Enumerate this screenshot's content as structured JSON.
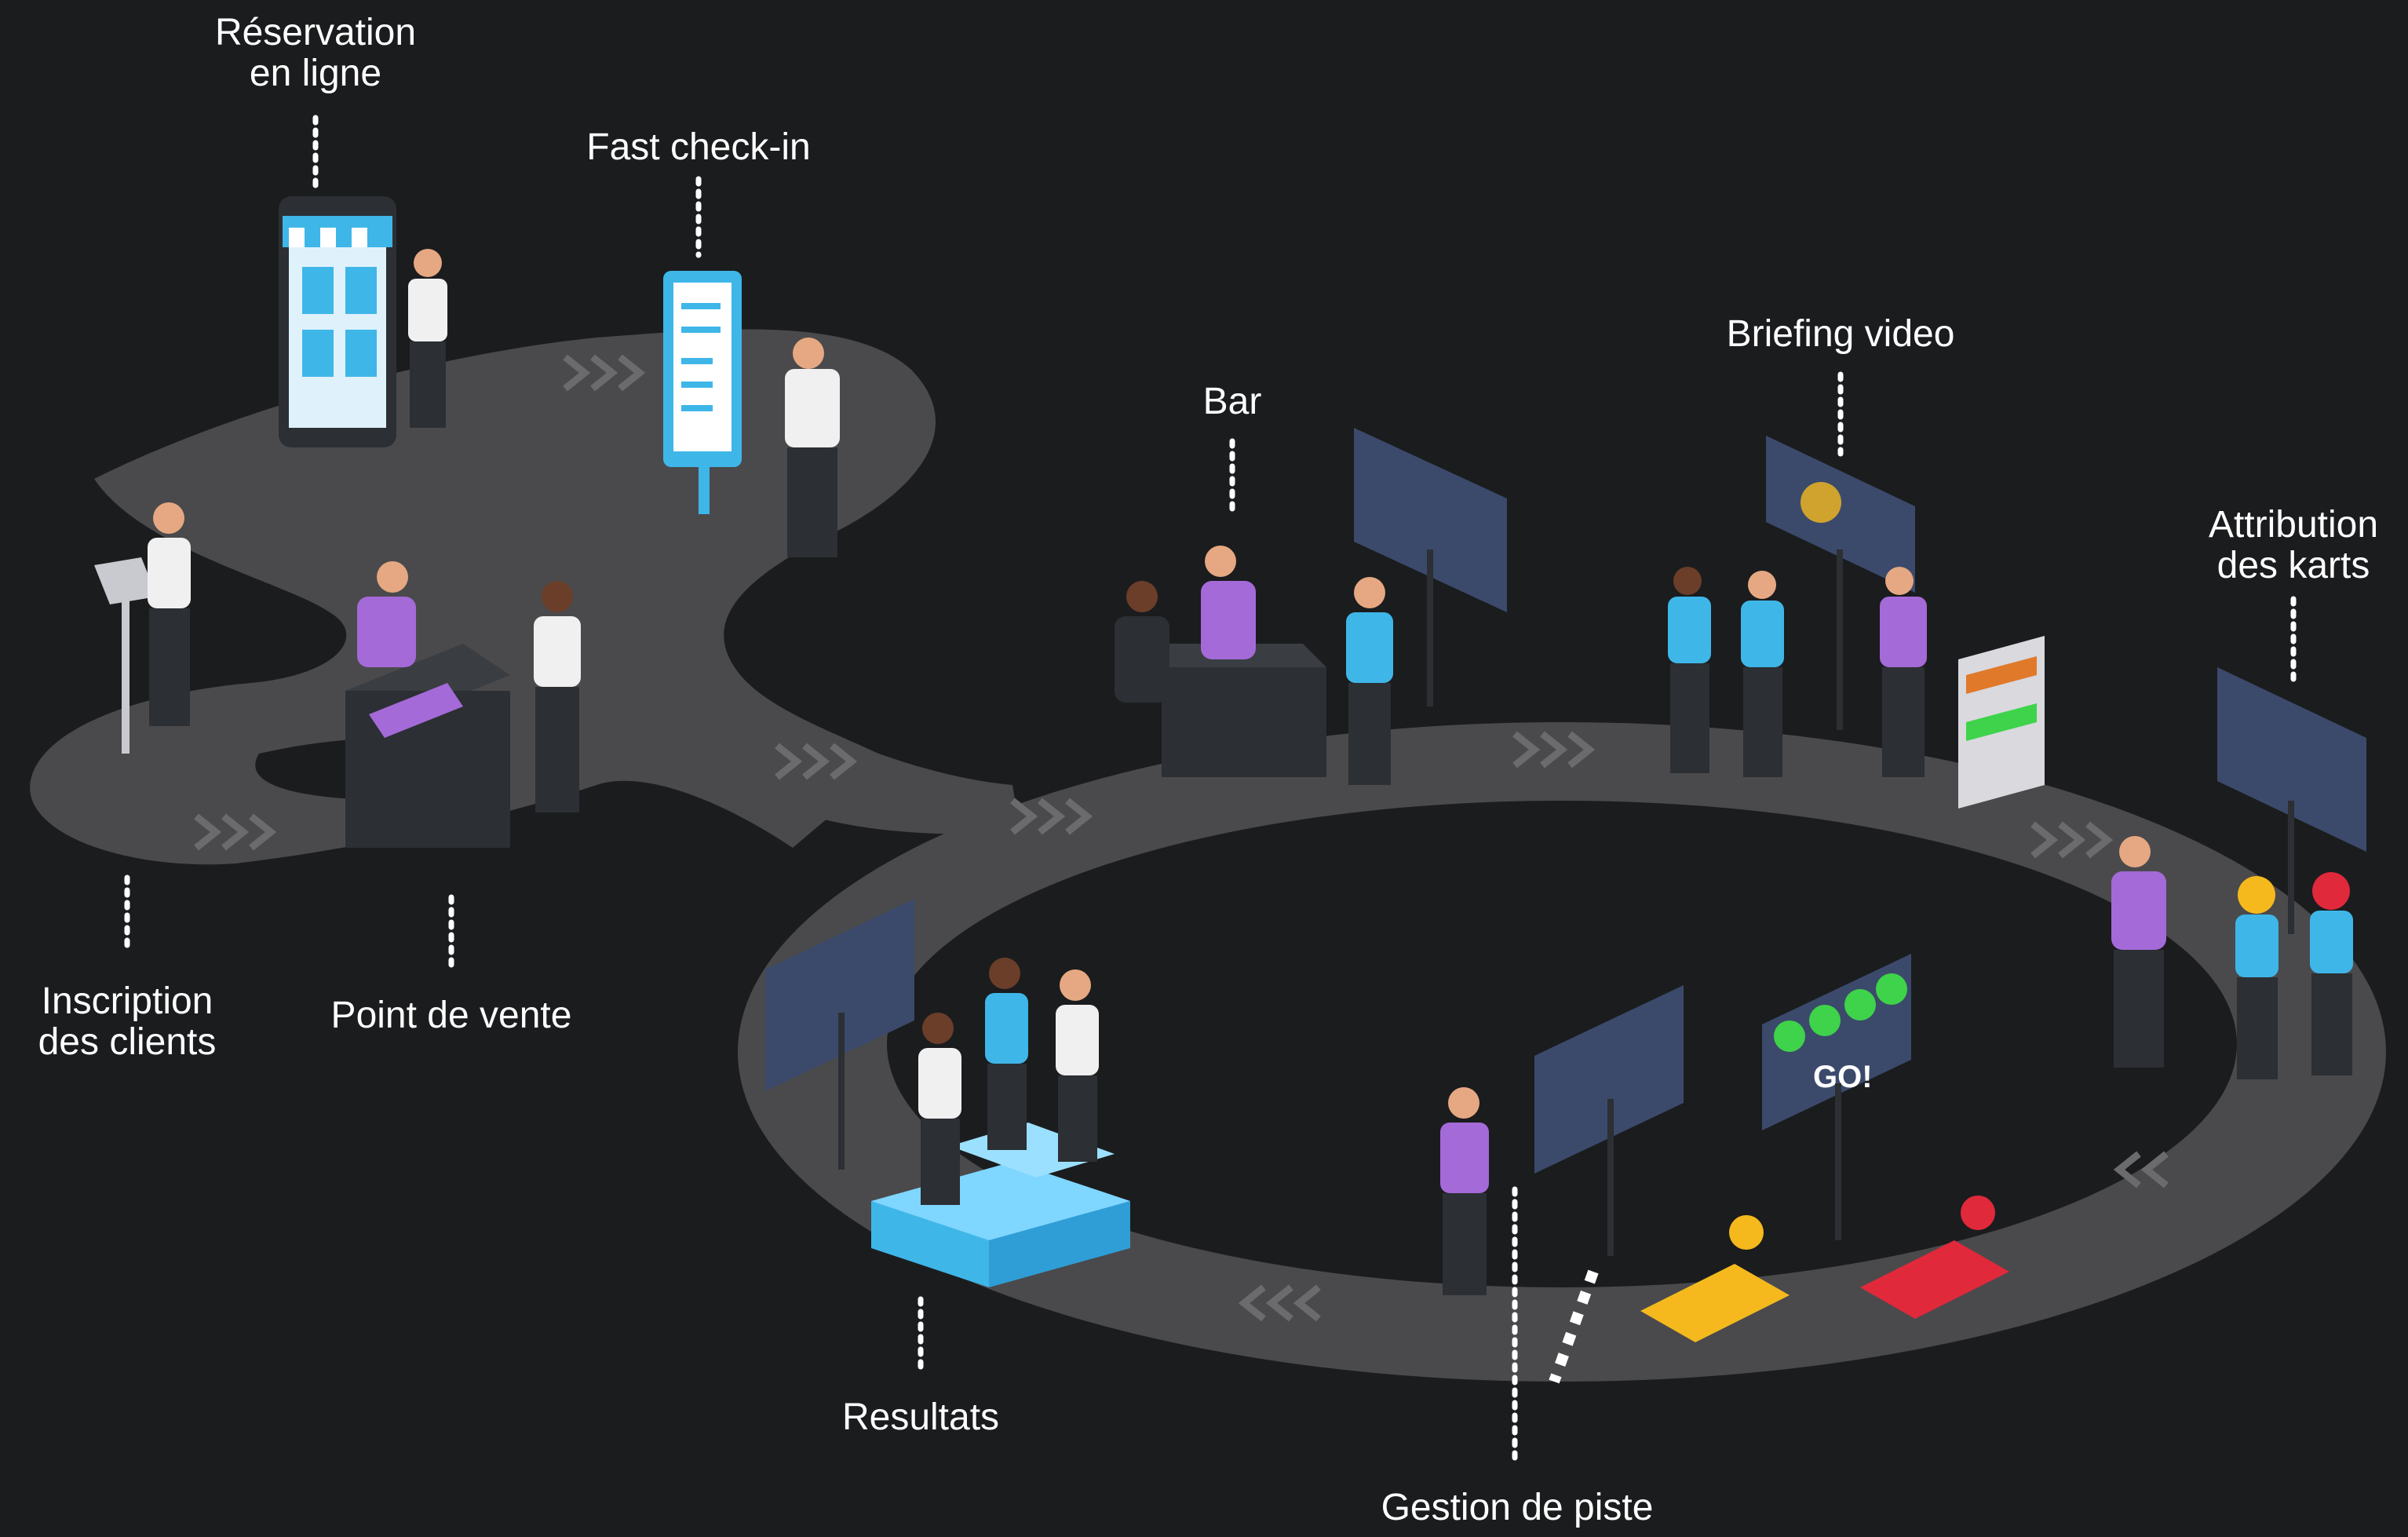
{
  "stations": {
    "reservation": {
      "line1": "Réservation",
      "line2": "en ligne"
    },
    "fast_checkin": {
      "line1": "Fast check-in"
    },
    "inscription": {
      "line1": "Inscription",
      "line2": "des clients"
    },
    "point_de_vente": {
      "line1": "Point de vente"
    },
    "bar": {
      "line1": "Bar"
    },
    "briefing": {
      "line1": "Briefing video"
    },
    "attribution": {
      "line1": "Attribution",
      "line2": "des karts"
    },
    "resultats": {
      "line1": "Resultats"
    },
    "gestion": {
      "line1": "Gestion de piste"
    }
  },
  "screens": {
    "go_sign": "GO!"
  },
  "colors": {
    "background": "#1b1c1e",
    "track": "#4a4a4c",
    "accent_blue": "#3fb6e8",
    "accent_purple": "#a46ad8",
    "kiosk_dark": "#2c2f33",
    "kart_yellow": "#f5b91e",
    "kart_red": "#e0293a",
    "go_green": "#3ed34a"
  },
  "icons": [
    "chevron-arrow-icon",
    "kiosk-icon",
    "phone-shop-icon",
    "screen-icon",
    "kart-icon",
    "podium-icon"
  ]
}
